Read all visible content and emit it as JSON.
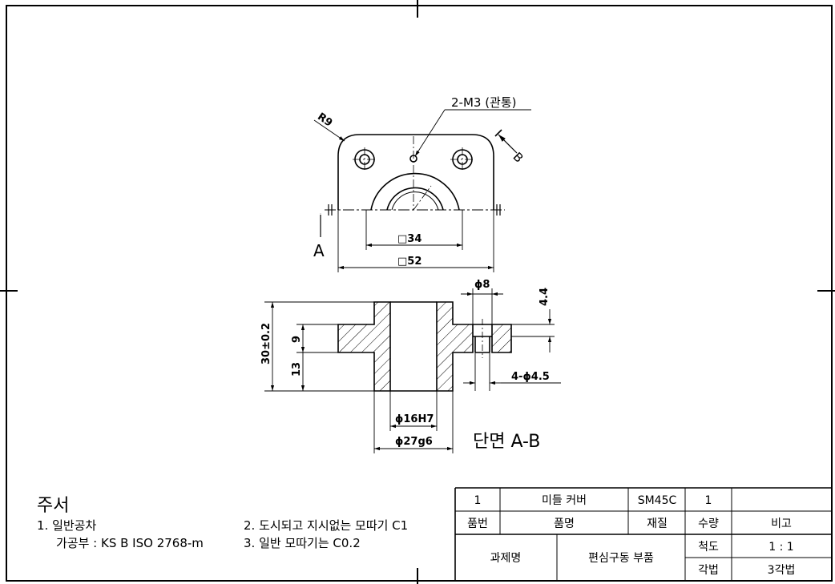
{
  "drawing": {
    "callouts": {
      "r9": "R9",
      "tapped_holes": "2-M3 (관통)",
      "arrow_b": "B",
      "arrow_a": "A",
      "sq34": "□34",
      "sq52": "□52",
      "phi8": "ϕ8",
      "d44": "4.4",
      "d30": "30±0.2",
      "d9": "9",
      "d13": "13",
      "holes45": "4-ϕ4.5",
      "phi16": "ϕ16H7",
      "phi27": "ϕ27g6",
      "section": "단면 A-B"
    },
    "notes": {
      "title": "주서",
      "n1": "1. 일반공차",
      "n1b": "가공부 : KS B ISO 2768-m",
      "n2": "2. 도시되고 지시없는 모따기 C1",
      "n3": "3. 일반 모따기는 C0.2"
    },
    "title_block": {
      "r1_no": "1",
      "r1_name": "미들 커버",
      "r1_mat": "SM45C",
      "r1_qty": "1",
      "r1_note": "",
      "h_no": "품번",
      "h_name": "품명",
      "h_mat": "재질",
      "h_qty": "수량",
      "h_note": "비고",
      "task_label": "과제명",
      "task_value": "편심구동 부품",
      "scale_label": "척도",
      "scale_value": "1 : 1",
      "proj_label": "각법",
      "proj_value": "3각법"
    }
  }
}
